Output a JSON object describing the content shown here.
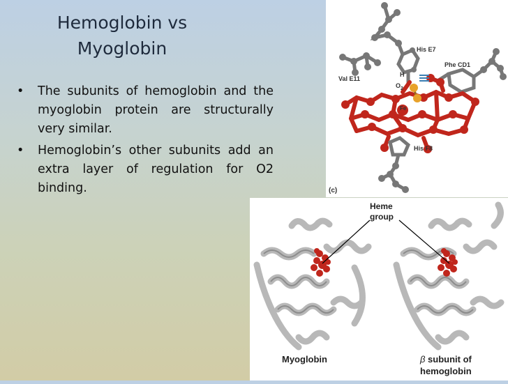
{
  "slide": {
    "title_line1": "Hemoglobin vs",
    "title_line2": "Myoglobin",
    "bullet_symbol": "•",
    "bullets": [
      "The subunits of hemoglobin and the myoglobin protein are structurally very similar.",
      "Hemoglobin’s other subunits add an extra layer of regulation for O2 binding."
    ]
  },
  "figure_top": {
    "labels": {
      "his_e7": "His E7",
      "phe_cd1": "Phe CD1",
      "val_e11": "Val E11",
      "h": "H",
      "o2": "O",
      "o2_sub": "2",
      "fe": "Fe",
      "his_f8": "His F8",
      "panel": "(c)"
    }
  },
  "figure_bottom": {
    "labels": {
      "heme_line1": "Heme",
      "heme_line2": "group",
      "myoglobin": "Myoglobin",
      "beta": "β",
      "beta_rest": " subunit of",
      "hemoglobin": "hemoglobin"
    }
  },
  "colors": {
    "heme_red": "#c0261c",
    "atom_gray": "#777777",
    "oxygen_orange": "#e8a22a",
    "ribbon_gray": "#c4c4c4"
  }
}
